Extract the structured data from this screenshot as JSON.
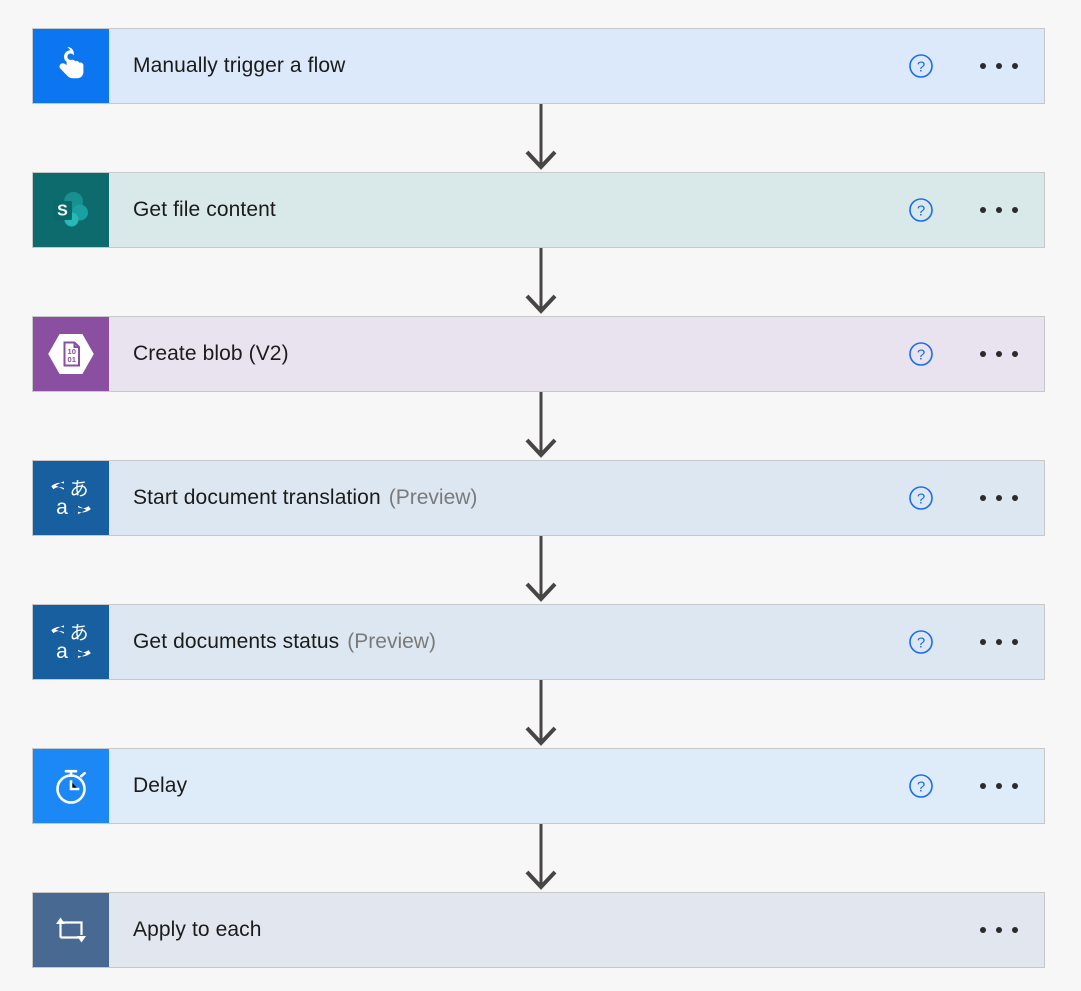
{
  "flow": {
    "canvas_background": "#f7f7f7",
    "connector_color": "#484644",
    "help_icon_color": "#1a6cf0",
    "ellipsis_color": "#2b2b2b",
    "preview_text_color": "#7a7a7a",
    "title_text_color": "#1b1b1b",
    "steps": [
      {
        "title": "Manually trigger a flow",
        "suffix": "",
        "icon_name": "tap-hand-icon",
        "icon_bg": "#0b76ef",
        "row_bg": "#dbe9fb",
        "has_help": true,
        "has_ellipsis": true,
        "help_label": "?",
        "ellipsis_label": "…"
      },
      {
        "title": "Get file content",
        "suffix": "",
        "icon_name": "sharepoint-icon",
        "icon_bg": "#0d6b6e",
        "row_bg": "#d9e8e8",
        "has_help": true,
        "has_ellipsis": true,
        "help_label": "?",
        "ellipsis_label": "…"
      },
      {
        "title": "Create blob (V2)",
        "suffix": "",
        "icon_name": "azure-blob-storage-icon",
        "icon_bg": "#8a4fa0",
        "row_bg": "#e9e2ef",
        "has_help": true,
        "has_ellipsis": true,
        "help_label": "?",
        "ellipsis_label": "…"
      },
      {
        "title": "Start document translation",
        "suffix": "(Preview)",
        "icon_name": "microsoft-translator-icon",
        "icon_bg": "#175f9e",
        "row_bg": "#dde7f1",
        "has_help": true,
        "has_ellipsis": true,
        "help_label": "?",
        "ellipsis_label": "…"
      },
      {
        "title": "Get documents status",
        "suffix": "(Preview)",
        "icon_name": "microsoft-translator-icon",
        "icon_bg": "#175f9e",
        "row_bg": "#dde7f1",
        "has_help": true,
        "has_ellipsis": true,
        "help_label": "?",
        "ellipsis_label": "…"
      },
      {
        "title": "Delay",
        "suffix": "",
        "icon_name": "stopwatch-icon",
        "icon_bg": "#1b88f5",
        "row_bg": "#deebf9",
        "has_help": true,
        "has_ellipsis": true,
        "help_label": "?",
        "ellipsis_label": "…"
      },
      {
        "title": "Apply to each",
        "suffix": "",
        "icon_name": "loop-repeat-icon",
        "icon_bg": "#486991",
        "row_bg": "#e2e6ef",
        "has_help": false,
        "has_ellipsis": true,
        "help_label": "?",
        "ellipsis_label": "…"
      }
    ]
  }
}
